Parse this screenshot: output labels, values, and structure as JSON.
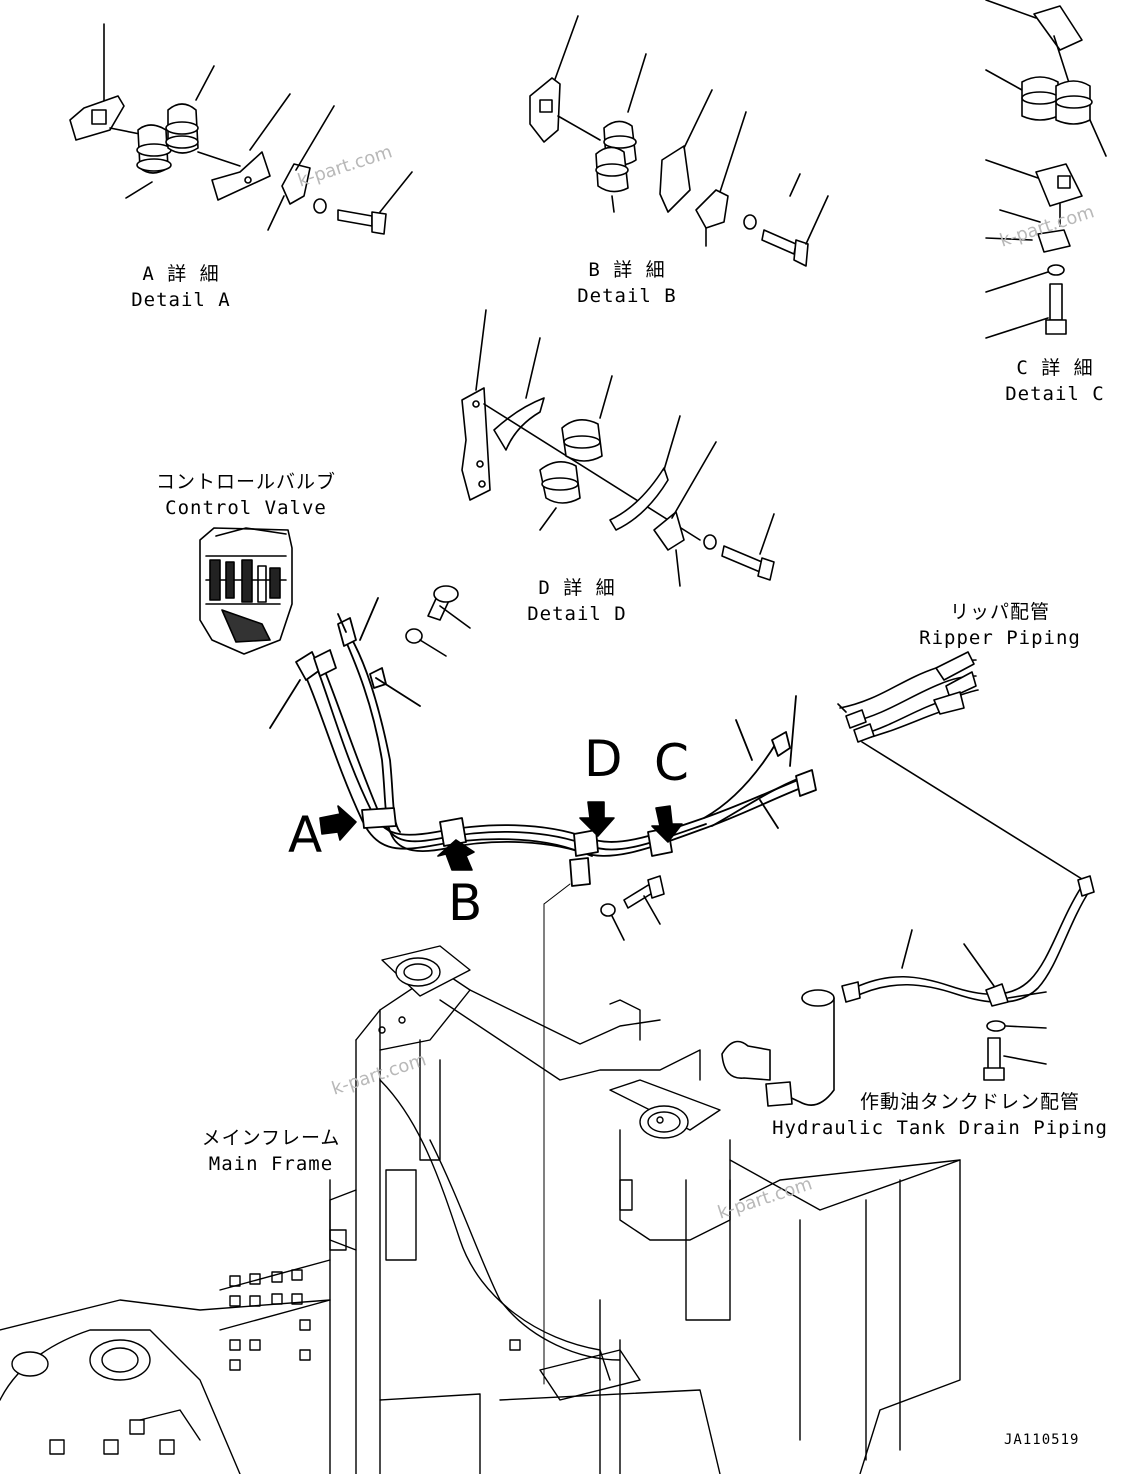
{
  "labels": {
    "detail_a_jp": "A 詳 細",
    "detail_a_en": "Detail A",
    "detail_b_jp": "B 詳 細",
    "detail_b_en": "Detail B",
    "detail_c_jp": "C 詳 細",
    "detail_c_en": "Detail C",
    "detail_d_jp": "D 詳 細",
    "detail_d_en": "Detail D",
    "control_valve_jp": "コントロールバルブ",
    "control_valve_en": "Control Valve",
    "ripper_piping_jp": "リッパ配管",
    "ripper_piping_en": "Ripper Piping",
    "main_frame_jp": "メインフレーム",
    "main_frame_en": "Main Frame",
    "drain_piping_jp": "作動油タンクドレン配管",
    "drain_piping_en": "Hydraulic Tank Drain Piping"
  },
  "callouts": {
    "a": "A",
    "b": "B",
    "c": "C",
    "d": "D"
  },
  "watermark": "k-part.com",
  "drawing_code": "JA110519",
  "colors": {
    "line": "#000000",
    "watermark": "#b8b8b8",
    "background": "#ffffff"
  }
}
